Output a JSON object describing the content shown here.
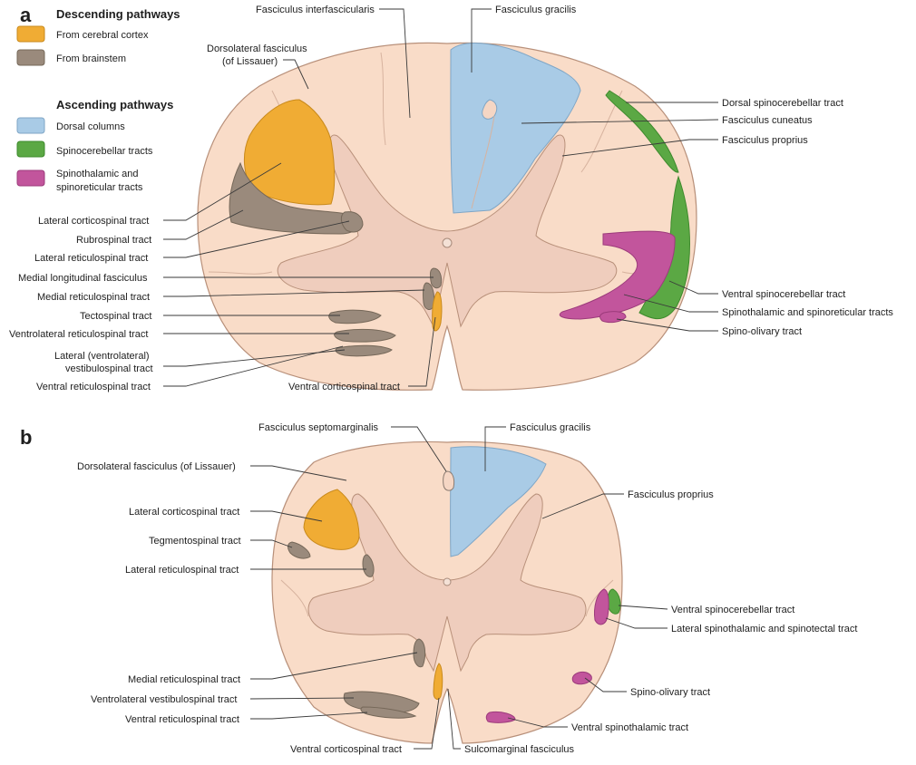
{
  "panels": {
    "a": "a",
    "b": "b"
  },
  "legend": {
    "descending_title": "Descending pathways",
    "ascending_title": "Ascending pathways",
    "items": [
      {
        "label": "From cerebral cortex",
        "color": "#f0ac34"
      },
      {
        "label": "From brainstem",
        "color": "#9a8a7c"
      },
      {
        "label": "Dorsal columns",
        "color": "#a9cbe6"
      },
      {
        "label": "Spinocerebellar tracts",
        "color": "#5ba844"
      },
      {
        "label": "Spinothalamic and",
        "label2": "spinoreticular tracts",
        "color": "#c2559c"
      }
    ]
  },
  "colors": {
    "cortex": "#f0ac34",
    "brainstem": "#9a8a7c",
    "dorsal_columns": "#a9cbe6",
    "spinocerebellar": "#5ba844",
    "spinothalamic": "#c2559c",
    "white_matter": "#f9dcc8",
    "grey_matter": "#efcdbd"
  },
  "labels_a": {
    "fasciculus_interfascicularis": "Fasciculus interfascicularis",
    "fasciculus_gracilis": "Fasciculus gracilis",
    "dorsolateral_1": "Dorsolateral fasciculus",
    "dorsolateral_2": "(of Lissauer)",
    "dorsal_spinocerebellar": "Dorsal spinocerebellar tract",
    "fasciculus_cuneatus": "Fasciculus cuneatus",
    "fasciculus_proprius": "Fasciculus proprius",
    "lateral_corticospinal": "Lateral corticospinal tract",
    "rubrospinal": "Rubrospinal tract",
    "lateral_reticulospinal": "Lateral reticulospinal tract",
    "medial_longitudinal": "Medial longitudinal fasciculus",
    "medial_reticulospinal": "Medial reticulospinal tract",
    "tectospinal": "Tectospinal tract",
    "ventrolateral_reticulospinal": "Ventrolateral reticulospinal tract",
    "lateral_vestibulospinal_1": "Lateral (ventrolateral)",
    "lateral_vestibulospinal_2": "vestibulospinal tract",
    "ventral_reticulospinal": "Ventral reticulospinal tract",
    "ventral_corticospinal": "Ventral corticospinal tract",
    "ventral_spinocerebellar": "Ventral spinocerebellar tract",
    "spinothalamic_spinoreticular": "Spinothalamic and spinoreticular tracts",
    "spino_olivary": "Spino-olivary tract"
  },
  "labels_b": {
    "fasciculus_septomarginalis": "Fasciculus septomarginalis",
    "fasciculus_gracilis": "Fasciculus gracilis",
    "dorsolateral": "Dorsolateral fasciculus (of Lissauer)",
    "fasciculus_proprius": "Fasciculus proprius",
    "lateral_corticospinal": "Lateral corticospinal tract",
    "tegmentospinal": "Tegmentospinal tract",
    "lateral_reticulospinal": "Lateral reticulospinal tract",
    "ventral_spinocerebellar": "Ventral spinocerebellar tract",
    "lateral_spinothalamic": "Lateral spinothalamic and spinotectal tract",
    "medial_reticulospinal": "Medial reticulospinal tract",
    "ventrolateral_vestibulospinal": "Ventrolateral vestibulospinal tract",
    "ventral_reticulospinal": "Ventral reticulospinal tract",
    "spino_olivary": "Spino-olivary tract",
    "ventral_spinothalamic": "Ventral spinothalamic tract",
    "ventral_corticospinal": "Ventral corticospinal tract",
    "sulcomarginal": "Sulcomarginal fasciculus"
  }
}
